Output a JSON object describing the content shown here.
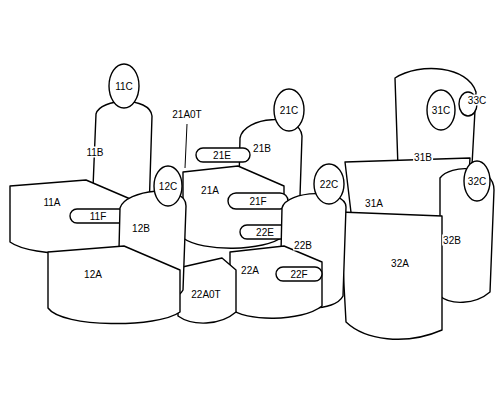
{
  "diagram": {
    "labels": [
      "11C",
      "11B",
      "11A",
      "11F",
      "12C",
      "12B",
      "12A",
      "21A0T",
      "21C",
      "21E",
      "21B",
      "21A",
      "21F",
      "22E",
      "22C",
      "22B",
      "22A",
      "22F",
      "22A0T",
      "31C",
      "33C",
      "31B",
      "32C",
      "31A",
      "32B",
      "32A"
    ]
  }
}
